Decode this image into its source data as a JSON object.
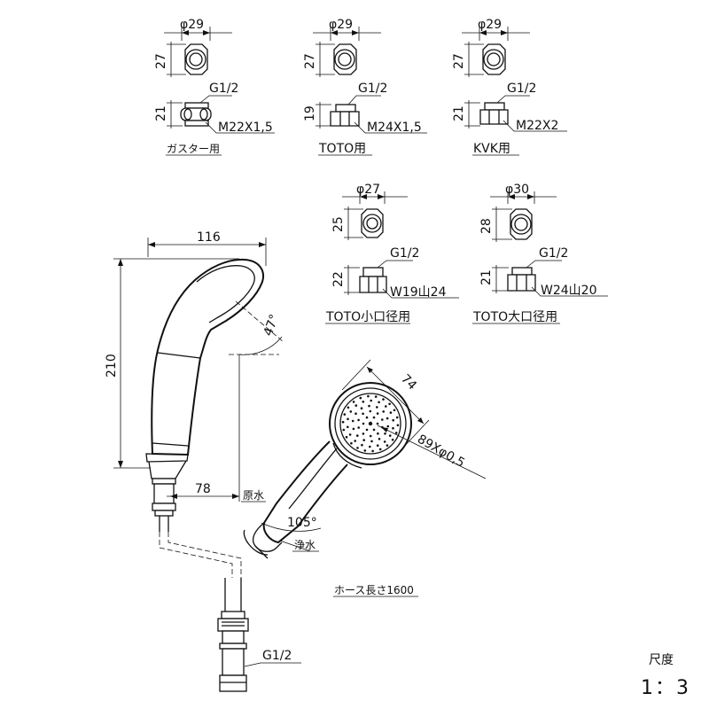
{
  "adapters": [
    {
      "id": "gasuta",
      "diameter": "φ29",
      "top_height": "27",
      "bottom_height": "21",
      "thread_top": "G1/2",
      "thread_bottom": "M22X1,5",
      "caption": "ガスター用"
    },
    {
      "id": "toto",
      "diameter": "φ29",
      "top_height": "27",
      "bottom_height": "19",
      "thread_top": "G1/2",
      "thread_bottom": "M24X1,5",
      "caption": "TOTO用"
    },
    {
      "id": "kvk",
      "diameter": "φ29",
      "top_height": "27",
      "bottom_height": "21",
      "thread_top": "G1/2",
      "thread_bottom": "M22X2",
      "caption": "KVK用"
    },
    {
      "id": "toto-small",
      "diameter": "φ27",
      "top_height": "25",
      "bottom_height": "22",
      "thread_top": "G1/2",
      "thread_bottom": "W19山24",
      "caption": "TOTO小口径用"
    },
    {
      "id": "toto-large",
      "diameter": "φ30",
      "top_height": "28",
      "bottom_height": "21",
      "thread_top": "G1/2",
      "thread_bottom": "W24山20",
      "caption": "TOTO大口径用"
    }
  ],
  "shower": {
    "width": "116",
    "height": "210",
    "angle": "47°",
    "offset": "78",
    "raw_water": "原水",
    "head_diameter": "74",
    "nozzles": "89Xφ0,5",
    "rotation": "105°",
    "clean_water": "浄水",
    "hose_length": "ホース長さ1600",
    "hose_thread": "G1/2"
  },
  "scale": {
    "label": "尺度",
    "value": "1：3"
  }
}
